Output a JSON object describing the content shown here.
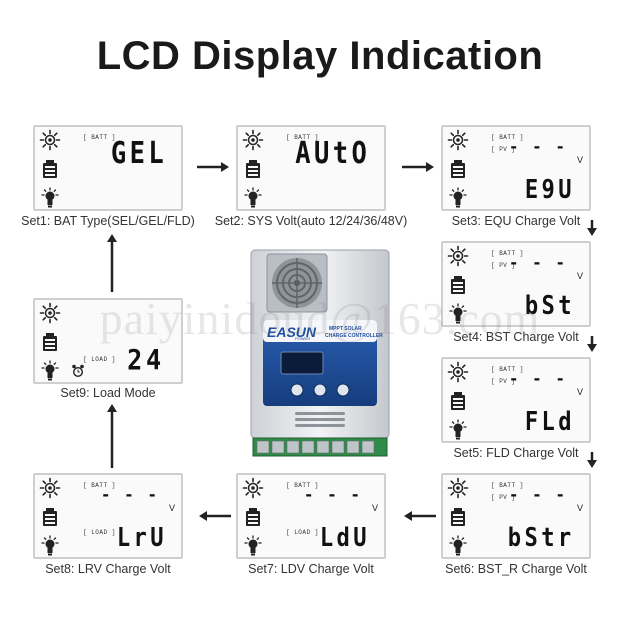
{
  "title": "LCD Display Indication",
  "watermark": "paiyinidoud@163.com",
  "panels": [
    {
      "id": "set1",
      "tag_top": "[ BATT ]",
      "tag_mid": "",
      "tag_load": "",
      "seg_top": "",
      "seg_main": "GEL",
      "unit": "",
      "caption": "Set1: BAT Type(SEL/GEL/FLD)"
    },
    {
      "id": "set2",
      "tag_top": "[ BATT ]",
      "tag_mid": "",
      "tag_load": "",
      "seg_top": "",
      "seg_main": "AUtO",
      "unit": "",
      "caption": "Set2: SYS Volt(auto  12/24/36/48V)"
    },
    {
      "id": "set3",
      "tag_top": "[ BATT ]",
      "tag_mid": "[ PV ]",
      "tag_load": "",
      "seg_top": "- - -",
      "seg_main": "E9U",
      "unit": "V",
      "caption": "Set3: EQU Charge Volt"
    },
    {
      "id": "set4",
      "tag_top": "[ BATT ]",
      "tag_mid": "[ PV ]",
      "tag_load": "",
      "seg_top": "- - -",
      "seg_main": "bSt",
      "unit": "V",
      "caption": "Set4: BST Charge Volt"
    },
    {
      "id": "set5",
      "tag_top": "[ BATT ]",
      "tag_mid": "[ PV ]",
      "tag_load": "",
      "seg_top": "- - -",
      "seg_main": "FLd",
      "unit": "V",
      "caption": "Set5: FLD Charge Volt"
    },
    {
      "id": "set6",
      "tag_top": "[ BATT ]",
      "tag_mid": "[ PV ]",
      "tag_load": "",
      "seg_top": "- - -",
      "seg_main": "bStr",
      "unit": "V",
      "caption": "Set6: BST_R Charge Volt"
    },
    {
      "id": "set7",
      "tag_top": "[ BATT ]",
      "tag_mid": "",
      "tag_load": "[ LOAD ]",
      "seg_top": "- - -",
      "seg_main": "LdU",
      "unit": "V",
      "caption": "Set7: LDV Charge Volt"
    },
    {
      "id": "set8",
      "tag_top": "[ BATT ]",
      "tag_mid": "",
      "tag_load": "[ LOAD ]",
      "seg_top": "- - -",
      "seg_main": "LrU",
      "unit": "V",
      "caption": "Set8: LRV Charge Volt"
    },
    {
      "id": "set9",
      "tag_top": "",
      "tag_mid": "",
      "tag_load": "[ LOAD ]",
      "seg_top": "",
      "seg_main": "24",
      "unit": "",
      "caption": "Set9: Load Mode"
    }
  ],
  "device": {
    "brand": "EASUN",
    "brand_sub": "POWER",
    "model_line1": "MPPT SOLAR",
    "model_line2": "CHARGE CONTROLLER"
  },
  "colors": {
    "panel_border": "#cfcfcf",
    "arrow": "#222222",
    "device_blue": "#1f4f9c",
    "device_body": "#e9ebee"
  }
}
